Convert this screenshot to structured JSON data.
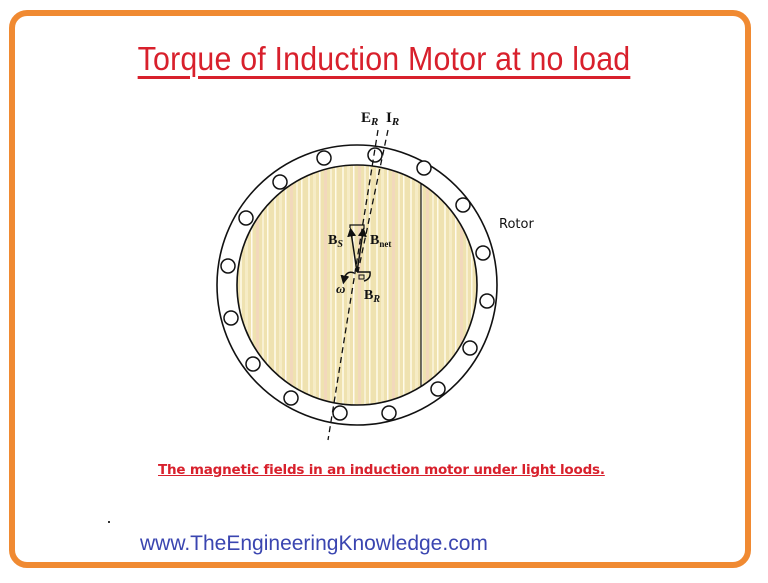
{
  "title": "Torque of Induction Motor at no load",
  "diagram": {
    "labels": {
      "er_main": "E",
      "er_sub": "R",
      "ir_main": "I",
      "ir_sub": "R",
      "bs_main": "B",
      "bs_sub": "S",
      "bnet_main": "B",
      "bnet_sub": "net",
      "br_main": "B",
      "br_sub": "R",
      "omega": "ω",
      "rotor": "Rotor"
    },
    "colors": {
      "rotor_fill": "#efe2b0",
      "stripe_light": "#f8f0cf",
      "stripe_pink": "#f2d2b8",
      "outline": "#111111"
    }
  },
  "caption": "The magnetic fields in an induction motor under light loods.",
  "website": "www.TheEngineeringKnowledge.com",
  "colors": {
    "border": "#f08a32",
    "title": "#d8202c",
    "website": "#3a45b0"
  }
}
